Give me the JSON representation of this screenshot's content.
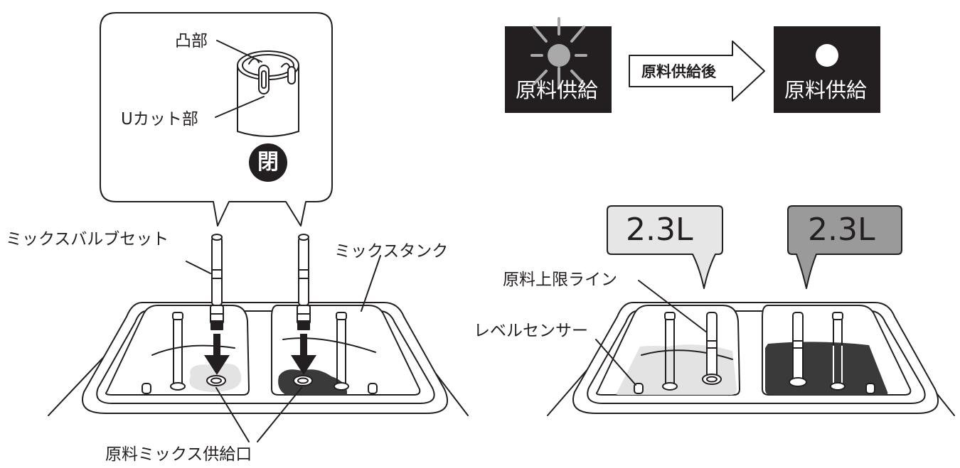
{
  "callout": {
    "protrusion_label": "凸部",
    "u_cut_label": "Uカット部",
    "closed_badge": "閉"
  },
  "left_scene": {
    "valve_set_label": "ミックスバルブセット",
    "tank_label": "ミックスタンク",
    "supply_port_label": "原料ミックス供給口"
  },
  "lamp_sequence": {
    "lamp_before_text": "原料供給",
    "arrow_text": "原料供給後",
    "lamp_after_text": "原料供給"
  },
  "right_scene": {
    "volume_left": "2.3L",
    "volume_right": "2.3L",
    "upper_limit_label": "原料上限ライン",
    "level_sensor_label": "レベルセンサー"
  },
  "colors": {
    "ink": "#231f20",
    "light_mix": "#e3e3e3",
    "dark_mix": "#3a3a3a",
    "light_bubble": "#e6e6e6",
    "dark_bubble": "#9a9a9a",
    "blink_ray": "#a9a9a9"
  }
}
